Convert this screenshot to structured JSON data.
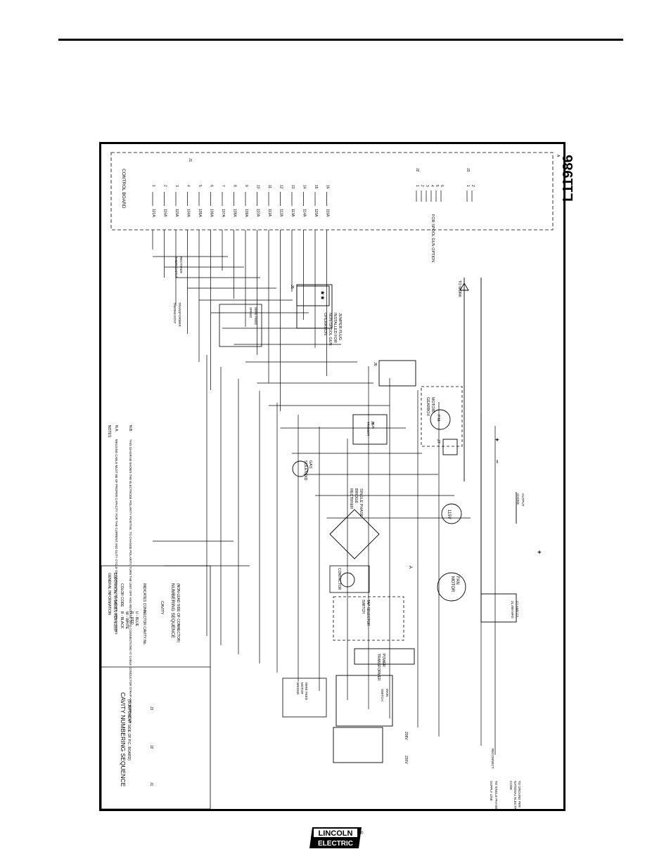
{
  "drawing_code": "L11986",
  "revision_letter": "A",
  "control_board": {
    "title": "CONTROL BOARD",
    "j1_label": "J1",
    "j1_wires": [
      "121A",
      "116A",
      "115A",
      "104A",
      "105A",
      "106A",
      "107A",
      "108A",
      "109A",
      "110A",
      "111A",
      "112A",
      "113A",
      "114A",
      "115A",
      "116A"
    ],
    "j1_pins": [
      "1",
      "2",
      "3",
      "4",
      "5",
      "6",
      "7",
      "8",
      "9",
      "10",
      "11",
      "12",
      "13",
      "14",
      "15",
      "16"
    ],
    "j2_label": "J2",
    "j2_pins": [
      "1",
      "2",
      "3",
      "4",
      "5",
      "6"
    ],
    "j3_label": "J3",
    "j3_pins": [
      "1",
      "2"
    ],
    "spool_gun_option": "FOR SPOOL GUN OPTION"
  },
  "cavity": {
    "title": "CAVITY NUMBERING SEQUENCE",
    "subtitle": "(COMPONENT SIDE OF P.C. BOARD)",
    "j1": "J1",
    "j2": "J2",
    "j3": "J3"
  },
  "general_info": {
    "title": "GENERAL INFORMATION",
    "symbols": "ELECTRICAL SYMBOLS PER E1537",
    "color_code": "COLOR CODE",
    "colors": [
      "B - BLACK",
      "W - WHITE",
      "R - RED",
      "U - BLUE"
    ],
    "cavity_note": "INDICATES CONNECTOR CAVITY No.",
    "cavity_word": "CAVITY",
    "numbering_title": "NUMBERING SEQUENCE",
    "numbering_subtitle": "(NON-LEAD SIDE OF CONNECTOR)"
  },
  "notes": {
    "title": "NOTES",
    "na_label": "N.A.",
    "na_text": "WELDING CABLE MUST BE OF PROPER CAPACITY FOR THE CURRENT AND DUTY CYCLE OF IMMEDIATE AND FUTURE APPLICATIONS.",
    "nb_label": "N.B.",
    "nb_text": "THIS DIAGRAM SHOWS THE ELECTRODE POLARITY POSITIVE. TO CHANGE POLARITY, TURN THE UNIT OFF AND REVERSE LEAD CONNECTIONS AT CABLE CONDUCTOR STRAP AND WORK STUD."
  },
  "components": {
    "jumper_plug": [
      "JUMPER PLUG",
      "INSTALLED FOR",
      "NON-SPOOL GUN",
      "OPERATION"
    ],
    "gas_solenoid": [
      "GAS",
      "SOLENOID"
    ],
    "motor_gearbox": [
      "MOTOR/",
      "GEARBOX"
    ],
    "pm": "P.M.",
    "to_work": "TO WORK",
    "bridge_rectifier": [
      "SINGLE PHASE",
      "BRIDGE",
      "RECTIFIER"
    ],
    "fan_motor": [
      "FAN",
      "MOTOR"
    ],
    "contactor": "CONTACTOR",
    "fan_voltage": "115V",
    "tap_selector": [
      "TAP SELECTOR",
      "SWITCH"
    ],
    "power_transformer": [
      "POWER",
      "TRANSFORMER"
    ],
    "transformer_thermostat": [
      "TRANSFORMER",
      "THERMOSTAT"
    ],
    "rectifier_thermostat": [
      "RECTIFIER",
      "THERMOSTAT"
    ],
    "wire_feed_speed": [
      "WIRE FEED",
      "SPEED"
    ],
    "gun_trigger": [
      "GUN",
      "TRIGGER"
    ],
    "output_choke": [
      "OUTPUT",
      "CHOKE"
    ],
    "capacitors": [
      "C1 AND C2",
      "31,000 MFD"
    ],
    "main_switch": [
      "MAIN",
      "SWITCH"
    ],
    "input_supply": [
      "TO SINGLE PHASE",
      "SUPPLY LINE"
    ],
    "ground_note": [
      "TO GROUND PER",
      "NATIONAL ELECTRICAL",
      "CODE"
    ],
    "reconnect": "RECONNECT",
    "input_voltages": [
      "208V",
      "230V"
    ],
    "diode_bridge": [
      "WIRE FEED",
      "MOTOR",
      "BRIDGE"
    ],
    "connectors": [
      "J5",
      "J6",
      "J4",
      "J8",
      "J7"
    ],
    "stars": "★★",
    "amp_label": "A",
    "plus_sign": "+",
    "minus_sign": "−"
  },
  "logo": {
    "line1": "LINCOLN",
    "line2": "ELECTRIC",
    "registered": "®"
  }
}
